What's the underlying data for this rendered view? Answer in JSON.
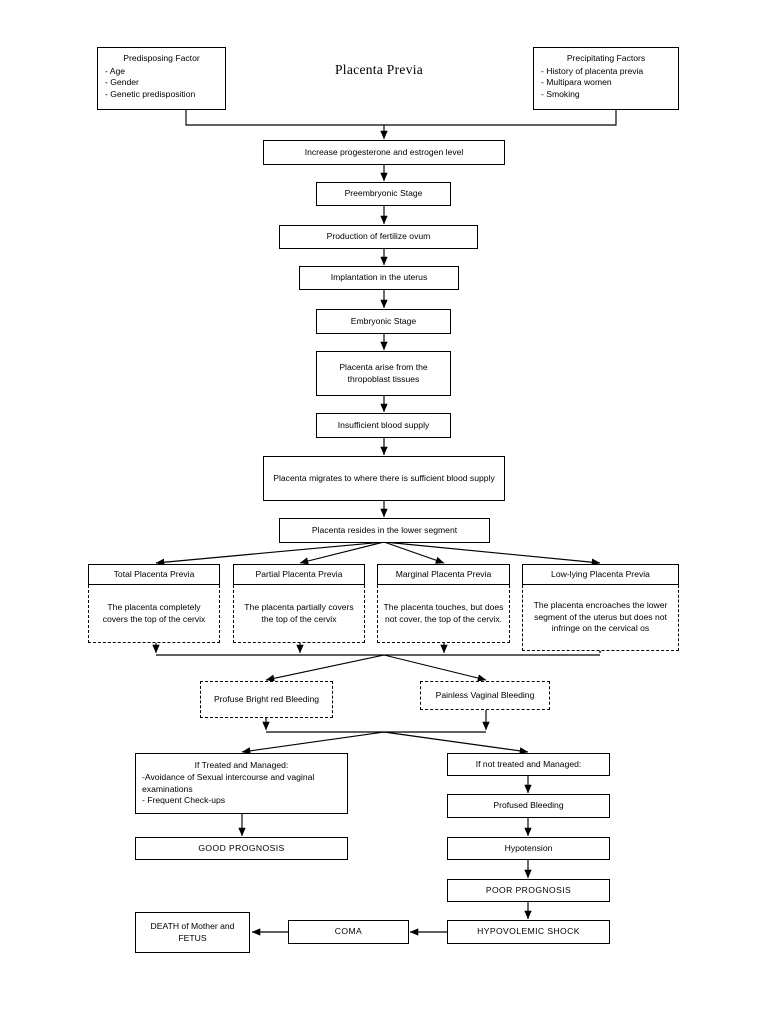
{
  "title": "Placenta Previa",
  "predisposing": {
    "heading": "Predisposing Factor",
    "items": [
      "- Age",
      "- Gender",
      "- Genetic predisposition"
    ]
  },
  "precipitating": {
    "heading": "Precipitating Factors",
    "items": [
      "- History of placenta previa",
      "- Multipara women",
      "- Smoking"
    ]
  },
  "chain": [
    {
      "label": "Increase progesterone and estrogen level"
    },
    {
      "label": "Preembryonic Stage"
    },
    {
      "label": "Production of fertilize ovum"
    },
    {
      "label": "Implantation in the uterus"
    },
    {
      "label": "Embryonic Stage"
    },
    {
      "label": "Placenta arise from the thropoblast tissues"
    },
    {
      "label": "Insufficient blood supply"
    },
    {
      "label": "Placenta migrates to where there is sufficient blood supply"
    },
    {
      "label": "Placenta resides in the lower segment"
    }
  ],
  "branches": [
    {
      "heading": "Total Placenta Previa",
      "description": "The placenta completely covers the top of the cervix"
    },
    {
      "heading": "Partial Placenta Previa",
      "description": "The placenta partially covers the top of the cervix"
    },
    {
      "heading": "Marginal Placenta Previa",
      "description": "The placenta touches, but does not cover, the top of the cervix."
    },
    {
      "heading": "Low-lying Placenta Previa",
      "description": "The placenta encroaches the lower segment of the uterus but does not infringe on the cervical os"
    }
  ],
  "bleeding": [
    {
      "label": "Profuse Bright red Bleeding"
    },
    {
      "label": "Painless Vaginal Bleeding"
    }
  ],
  "treated": {
    "heading": "If Treated and Managed:",
    "items": [
      "-Avoidance of Sexual intercourse and vaginal examinations",
      "- Frequent Check-ups"
    ],
    "outcome": "GOOD PROGNOSIS"
  },
  "untreated": {
    "heading": "If not treated and Managed:",
    "steps": [
      "Profused Bleeding",
      "Hypotension",
      "POOR PROGNOSIS",
      "HYPOVOLEMIC SHOCK"
    ]
  },
  "terminal": [
    {
      "label": "COMA"
    },
    {
      "label": "DEATH of Mother and FETUS"
    }
  ],
  "colors": {
    "stroke": "#000000",
    "background": "#ffffff",
    "text": "#000000"
  }
}
